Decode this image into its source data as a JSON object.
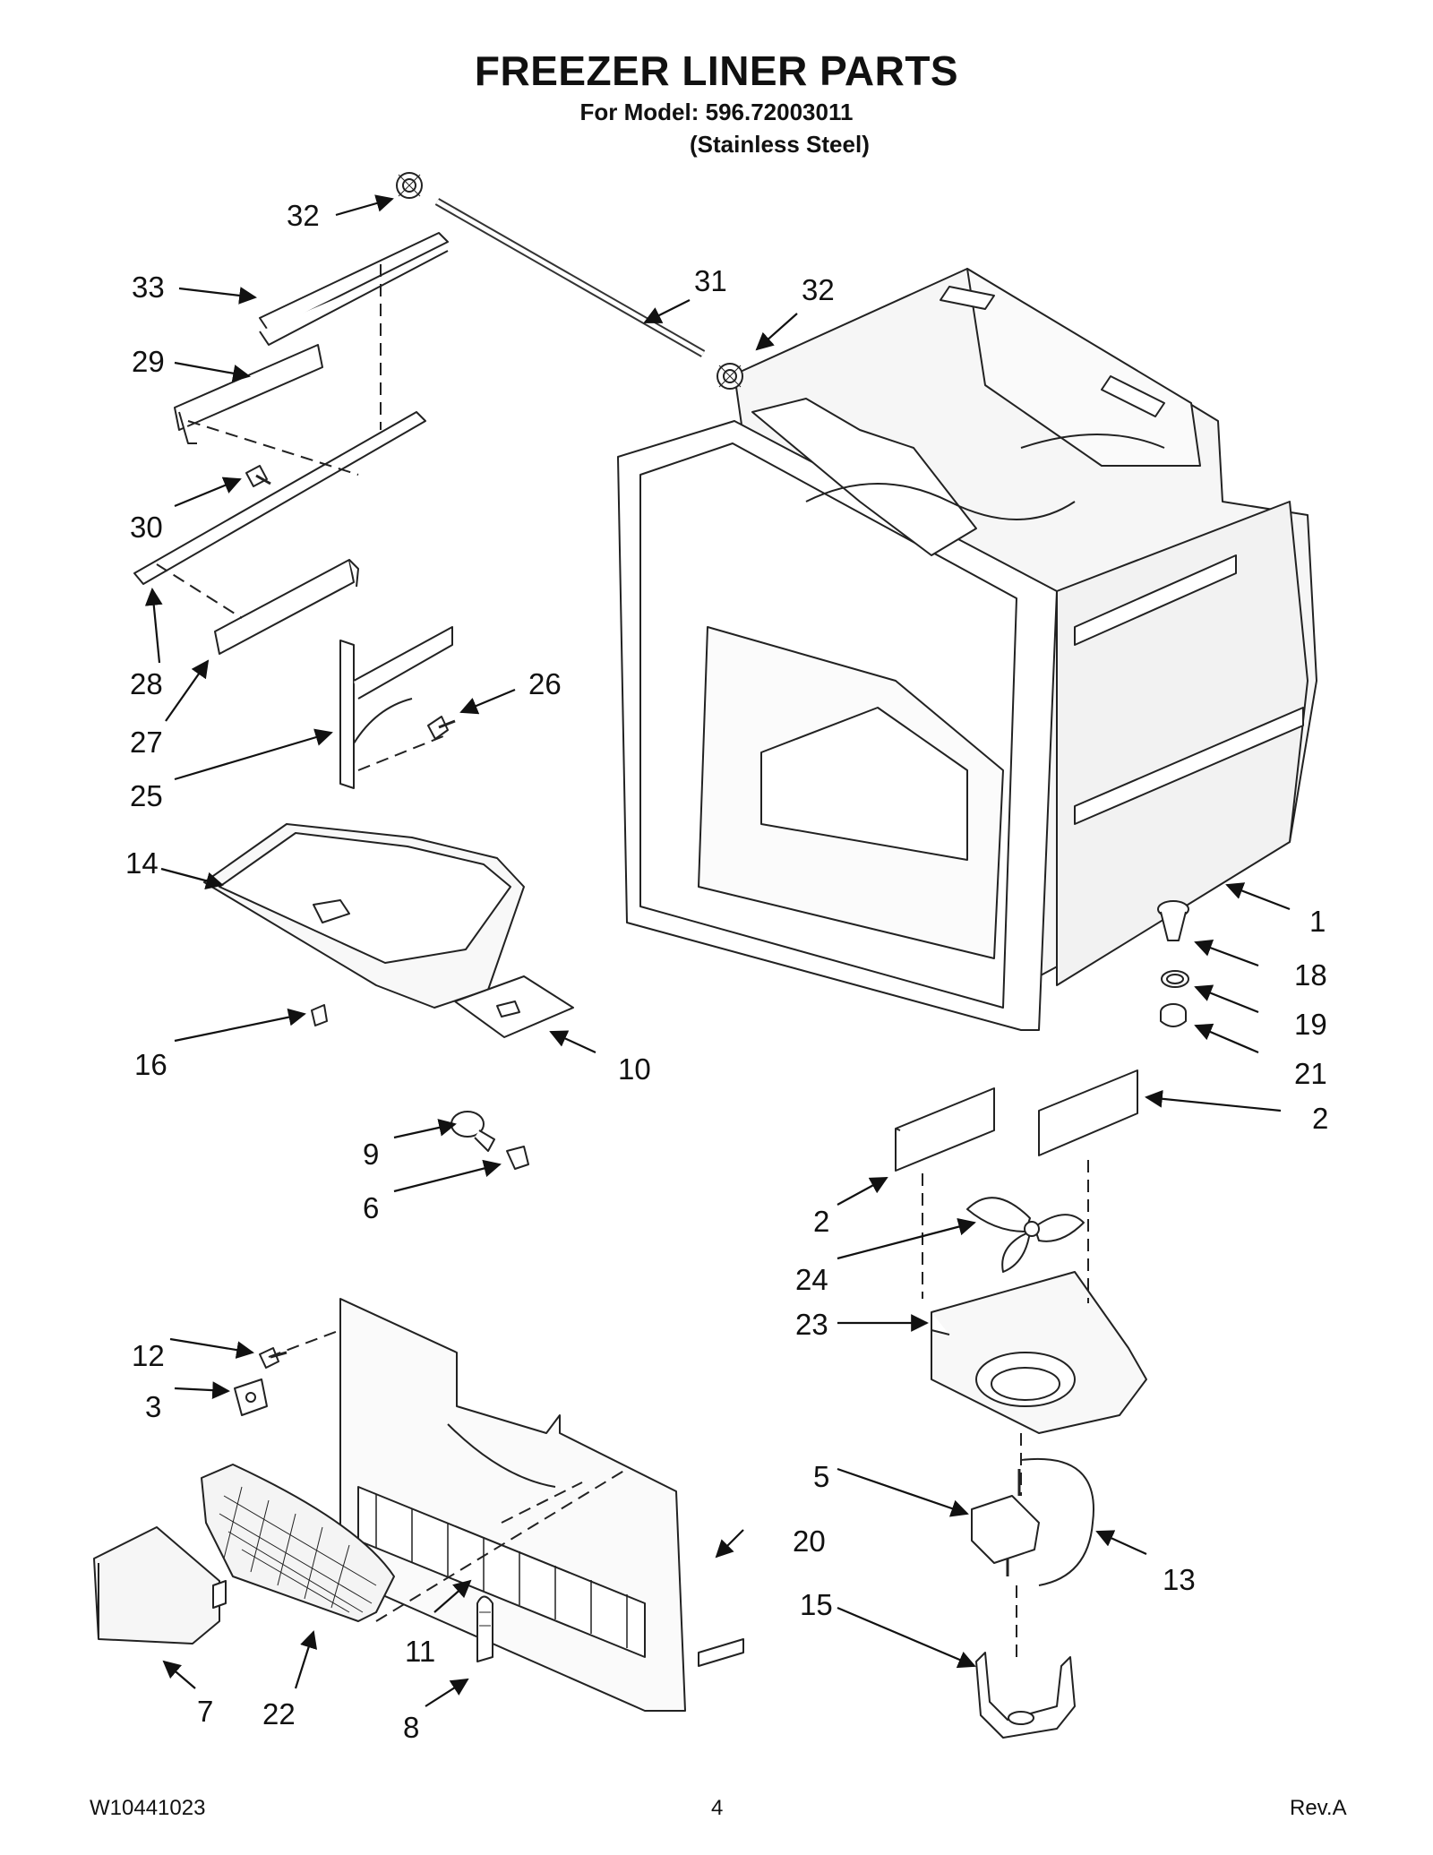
{
  "header": {
    "title": "FREEZER LINER PARTS",
    "model_line": "For Model: 596.72003011",
    "finish_line": "(Stainless Steel)"
  },
  "footer": {
    "doc_number": "W10441023",
    "page_number": "4",
    "revision": "Rev.A"
  },
  "callouts": [
    {
      "num": "32",
      "id": "c32a"
    },
    {
      "num": "31",
      "id": "c31"
    },
    {
      "num": "32",
      "id": "c32b"
    },
    {
      "num": "33",
      "id": "c33"
    },
    {
      "num": "29",
      "id": "c29"
    },
    {
      "num": "30",
      "id": "c30"
    },
    {
      "num": "28",
      "id": "c28"
    },
    {
      "num": "27",
      "id": "c27"
    },
    {
      "num": "26",
      "id": "c26"
    },
    {
      "num": "25",
      "id": "c25"
    },
    {
      "num": "14",
      "id": "c14"
    },
    {
      "num": "1",
      "id": "c1"
    },
    {
      "num": "18",
      "id": "c18"
    },
    {
      "num": "19",
      "id": "c19"
    },
    {
      "num": "21",
      "id": "c21"
    },
    {
      "num": "16",
      "id": "c16"
    },
    {
      "num": "10",
      "id": "c10"
    },
    {
      "num": "2",
      "id": "c2a"
    },
    {
      "num": "9",
      "id": "c9"
    },
    {
      "num": "6",
      "id": "c6"
    },
    {
      "num": "2",
      "id": "c2b"
    },
    {
      "num": "24",
      "id": "c24"
    },
    {
      "num": "23",
      "id": "c23"
    },
    {
      "num": "12",
      "id": "c12"
    },
    {
      "num": "3",
      "id": "c3"
    },
    {
      "num": "5",
      "id": "c5"
    },
    {
      "num": "20",
      "id": "c20"
    },
    {
      "num": "13",
      "id": "c13"
    },
    {
      "num": "15",
      "id": "c15"
    },
    {
      "num": "11",
      "id": "c11"
    },
    {
      "num": "7",
      "id": "c7"
    },
    {
      "num": "22",
      "id": "c22"
    },
    {
      "num": "8",
      "id": "c8"
    }
  ]
}
